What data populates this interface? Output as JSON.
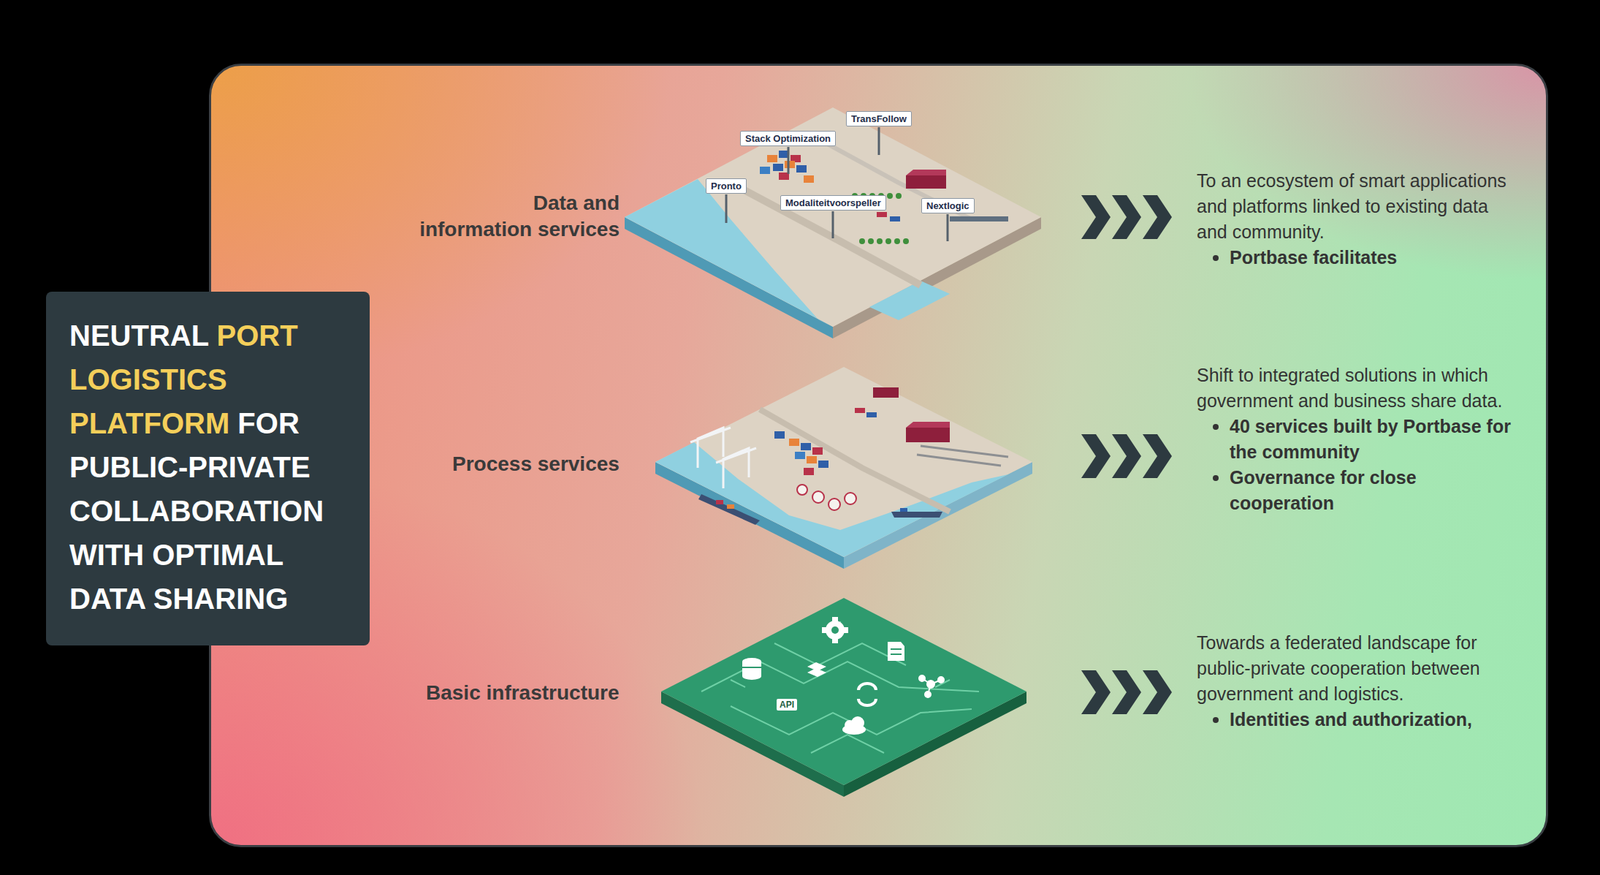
{
  "diagram": {
    "nodes": [
      {
        "text": [
          "NEUTRAL",
          "PORT LOGISTICS PLATFORM",
          "FOR PUBLIC-PRIVATE COLLABORATION WITH OPTIMAL DATA SHARING"
        ]
      }
    ],
    "labels": [
      "Data and information services",
      "Pronto",
      "Stack Optimization",
      "TransFollow",
      "Modaliteitvoorspeller",
      "Nextlogic",
      "To an ecosystem of smart applications and platforms linked to existing data and community.",
      "Portbase facilitates",
      "Process services",
      "Shift to integrated solutions in which government and business share data.",
      "40 services built by Portbase for the community",
      "Governance for close cooperation",
      "Basic infrastructure",
      "Towards a federated landscape for public-private cooperation between government and logistics.",
      "Identities and authorization,",
      "API"
    ]
  }
}
